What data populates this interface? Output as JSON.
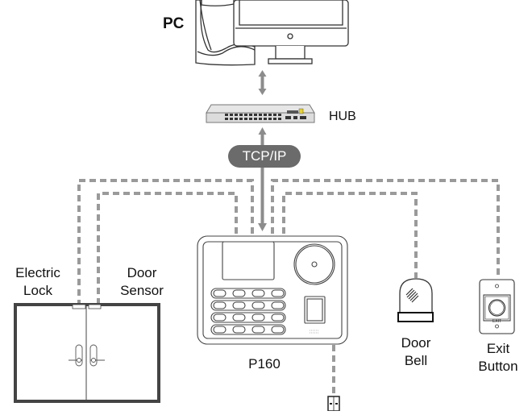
{
  "diagram": {
    "title": "P160 access control wiring diagram",
    "nodes": {
      "pc": {
        "label": "PC"
      },
      "hub": {
        "label": "HUB"
      },
      "protocol": {
        "label": "TCP/IP"
      },
      "device": {
        "label": "P160"
      },
      "electric_lock": {
        "label_line1": "Electric",
        "label_line2": "Lock"
      },
      "door_sensor": {
        "label_line1": "Door",
        "label_line2": "Sensor"
      },
      "door_bell": {
        "label_line1": "Door",
        "label_line2": "Bell"
      },
      "exit_button": {
        "label_line1": "Exit",
        "label_line2": "Button",
        "face_text": "EXIT"
      }
    },
    "connections": [
      {
        "from": "pc",
        "to": "hub",
        "style": "solid-double-arrow"
      },
      {
        "from": "hub",
        "to": "device",
        "style": "solid-arrow",
        "label": "TCP/IP"
      },
      {
        "from": "device",
        "to": "electric_lock",
        "style": "dashed"
      },
      {
        "from": "device",
        "to": "door_sensor",
        "style": "dashed"
      },
      {
        "from": "device",
        "to": "door_bell",
        "style": "dashed"
      },
      {
        "from": "device",
        "to": "exit_button",
        "style": "dashed"
      },
      {
        "from": "device",
        "to": "power_adapter",
        "style": "dashed"
      }
    ],
    "colors": {
      "wire": "#999999",
      "line": "#333333",
      "pill": "#6b6b6b",
      "door_frame": "#444444"
    }
  }
}
